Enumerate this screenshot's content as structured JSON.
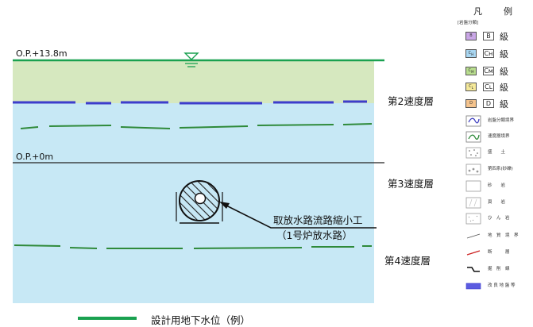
{
  "section": {
    "level_labels": {
      "top": "O.P.+13.8m",
      "zero": "O.P.+0m"
    },
    "speed_layers": [
      "第2速度層",
      "第3速度層",
      "第4速度層"
    ],
    "structure_label": [
      "取放水路流路縮小工",
      "（1号炉放水路）"
    ],
    "groundwater_caption": "設計用地下水位（例）",
    "colors": {
      "surface_fill": "#d6e8bf",
      "rock_fill": "#c7e8f5",
      "groundwater_line": "#1aa150",
      "velocity_boundary": "#2f8a3a",
      "improved_ground": "#3d3dcc"
    }
  },
  "legend": {
    "title": [
      "凡",
      "例"
    ],
    "subtitle": "[岩盤分類]",
    "classes": [
      {
        "swatch": "B",
        "label": "B",
        "grade": "級",
        "color": "#c9a6e6"
      },
      {
        "swatch": "C<sub>H</sub>",
        "label": "Cʜ",
        "grade": "級",
        "color": "#a9d7f2"
      },
      {
        "swatch": "C<sub>M</sub>",
        "label": "Cᴍ",
        "grade": "級",
        "color": "#b8dd8e"
      },
      {
        "swatch": "C<sub>L</sub>",
        "label": "Cʟ",
        "grade": "級",
        "color": "#f5e99a"
      },
      {
        "swatch": "D",
        "label": "D",
        "grade": "級",
        "color": "#f5c48e"
      }
    ],
    "symbols": [
      {
        "icon": "rock-class-boundary-icon",
        "label": "岩盤分類境界"
      },
      {
        "icon": "velocity-layer-boundary-icon",
        "label": "速度層境界"
      },
      {
        "icon": "fill-soil-icon",
        "label": "盛　　土"
      },
      {
        "icon": "quaternary-gravel-icon",
        "label": "第四系(砂礫)"
      },
      {
        "icon": "sandstone-icon",
        "label": "砂　　岩"
      },
      {
        "icon": "shale-icon",
        "label": "頁　　岩"
      },
      {
        "icon": "tuff-icon",
        "label": "ひ　ん　岩"
      },
      {
        "icon": "geology-boundary-icon",
        "label": "地　質　境　界"
      },
      {
        "icon": "fault-icon",
        "label": "断　　　層"
      },
      {
        "icon": "excavation-line-icon",
        "label": "掘　削　線"
      },
      {
        "icon": "improved-ground-icon",
        "label": "改 良 地 盤 等"
      }
    ]
  }
}
